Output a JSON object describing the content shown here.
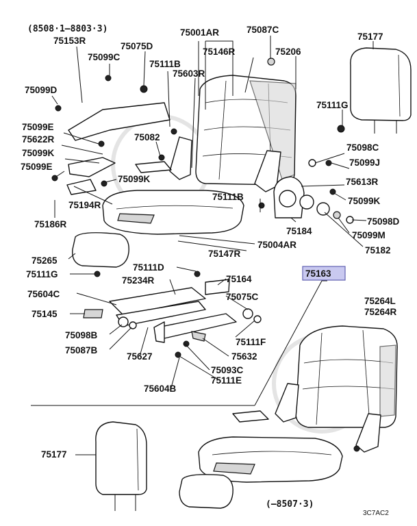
{
  "header": {
    "date_range_top": "(8508·1–8803·3)"
  },
  "footer": {
    "date_range_bottom": "(–8507·3)",
    "diagram_code": "3C7AC2"
  },
  "highlight": {
    "part": "75163",
    "color": "#c9c9f0"
  },
  "labels": {
    "p75001AR": "75001AR",
    "p75087C": "75087C",
    "p75177_top": "75177",
    "p75153R": "75153R",
    "p75075D": "75075D",
    "p75146R": "75146R",
    "p75206": "75206",
    "p75099C": "75099C",
    "p75111B_top": "75111B",
    "p75603R": "75603R",
    "p75099D": "75099D",
    "p75111G_right": "75111G",
    "p75099E_1": "75099E",
    "p75622R": "75622R",
    "p75082": "75082",
    "p75098C": "75098C",
    "p75099K_1": "75099K",
    "p75099J": "75099J",
    "p75099E_2": "75099E",
    "p75099K_2": "75099K",
    "p75613R": "75613R",
    "p75111B_mid": "75111B",
    "p75099K_3": "75099K",
    "p75194R": "75194R",
    "p75098D": "75098D",
    "p75186R": "75186R",
    "p75184": "75184",
    "p75099M": "75099M",
    "p75004AR": "75004AR",
    "p75147R": "75147R",
    "p75182": "75182",
    "p75265": "75265",
    "p75111D": "75111D",
    "p75111G_left": "75111G",
    "p75234R": "75234R",
    "p75164": "75164",
    "p75163": "75163",
    "p75604C": "75604C",
    "p75075C": "75075C",
    "p75264L": "75264L",
    "p75264R": "75264R",
    "p75145": "75145",
    "p75098B": "75098B",
    "p75111F": "75111F",
    "p75087B": "75087B",
    "p75627": "75627",
    "p75632": "75632",
    "p75093C": "75093C",
    "p75111E": "75111E",
    "p75604B": "75604B",
    "p75177_bottom": "75177"
  }
}
